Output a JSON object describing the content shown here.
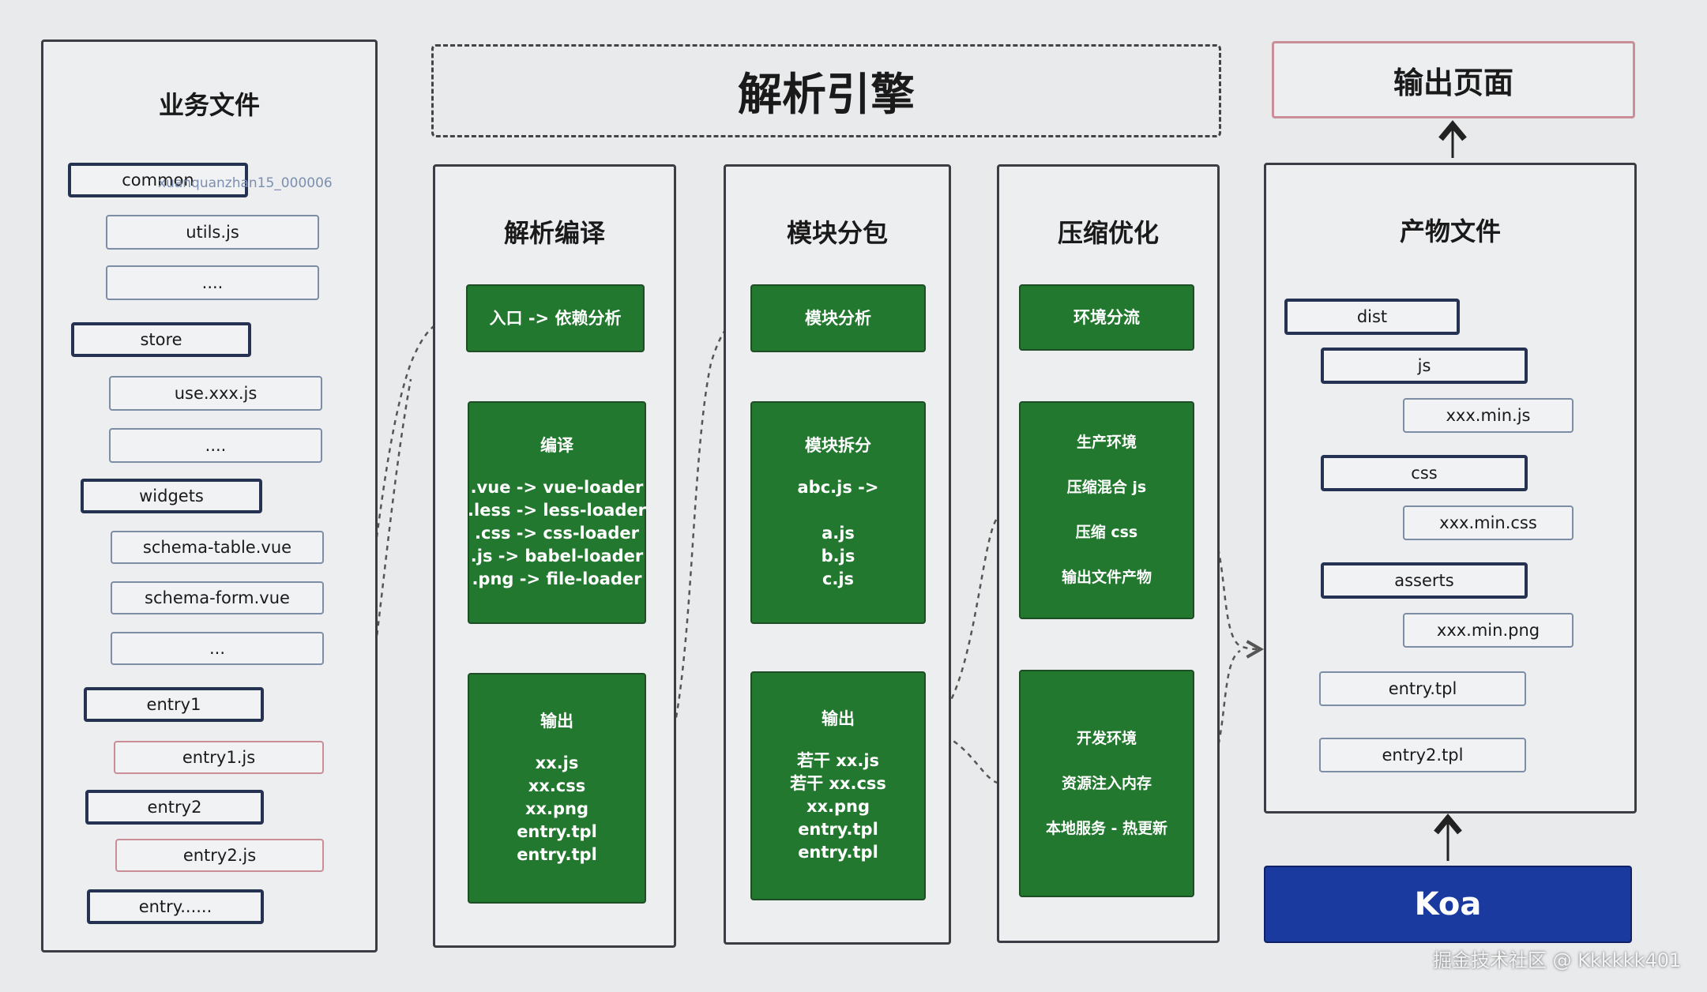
{
  "engine_title": "解析引擎",
  "output_page_title": "输出页面",
  "business": {
    "title": "业务文件",
    "watermark": "xuanquanzhan15_000006",
    "groups": [
      {
        "label": "common",
        "items": [
          "utils.js",
          "...."
        ]
      },
      {
        "label": "store",
        "items": [
          "use.xxx.js",
          "...."
        ]
      },
      {
        "label": "widgets",
        "items": [
          "schema-table.vue",
          "schema-form.vue",
          "..."
        ]
      },
      {
        "label": "entry1",
        "items": [
          "entry1.js"
        ]
      },
      {
        "label": "entry2",
        "items": [
          "entry2.js"
        ]
      },
      {
        "label": "entry......",
        "items": []
      }
    ]
  },
  "parse": {
    "title": "解析编译",
    "step1": "入口 -> 依赖分析",
    "step2": {
      "head": "编译",
      "lines": [
        ".vue -> vue-loader",
        ".less -> less-loader",
        ".css -> css-loader",
        ".js -> babel-loader",
        ".png -> file-loader"
      ]
    },
    "step3": {
      "head": "输出",
      "lines": [
        "xx.js",
        "xx.css",
        "xx.png",
        "entry.tpl",
        "entry.tpl"
      ]
    }
  },
  "module": {
    "title": "模块分包",
    "step1": "模块分析",
    "step2": {
      "head": "模块拆分",
      "lines": [
        "abc.js ->",
        "",
        "a.js",
        "b.js",
        "c.js"
      ]
    },
    "step3": {
      "head": "输出",
      "lines": [
        "若干 xx.js",
        "若干 xx.css",
        "xx.png",
        "entry.tpl",
        "entry.tpl"
      ]
    }
  },
  "compress": {
    "title": "压缩优化",
    "step1": "环境分流",
    "prod": [
      "生产环境",
      "压缩混合 js",
      "压缩 css",
      "输出文件产物"
    ],
    "dev": [
      "开发环境",
      "资源注入内存",
      "本地服务 - 热更新"
    ]
  },
  "artifact": {
    "title": "产物文件",
    "dist": "dist",
    "js": "js",
    "js_file": "xxx.min.js",
    "css": "css",
    "css_file": "xxx.min.css",
    "asserts": "asserts",
    "asserts_file": "xxx.min.png",
    "tpl1": "entry.tpl",
    "tpl2": "entry2.tpl"
  },
  "koa": "Koa",
  "footer_watermark": "掘金技术社区 @ Kkkkkk401",
  "colors": {
    "green": "#23782f",
    "koa_blue": "#1b3aa0",
    "red_border": "#c98e98"
  }
}
